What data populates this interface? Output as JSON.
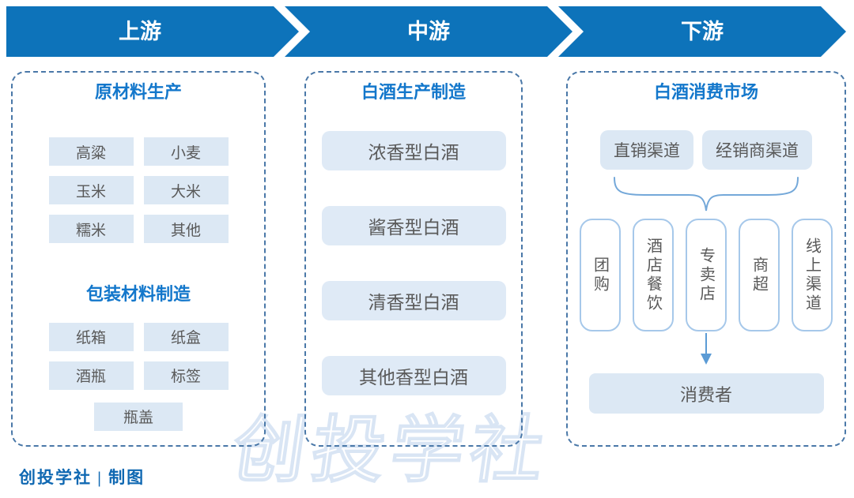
{
  "banner": {
    "stages": [
      "上游",
      "中游",
      "下游"
    ]
  },
  "upstream": {
    "raw_title": "原材料生产",
    "raw_chips": [
      "高粱",
      "小麦",
      "玉米",
      "大米",
      "糯米",
      "其他"
    ],
    "pack_title": "包装材料制造",
    "pack_chips": [
      "纸箱",
      "纸盒",
      "酒瓶",
      "标签",
      "瓶盖"
    ]
  },
  "midstream": {
    "title": "白酒生产制造",
    "boxes": [
      "浓香型白酒",
      "酱香型白酒",
      "清香型白酒",
      "其他香型白酒"
    ]
  },
  "downstream": {
    "title": "白酒消费市场",
    "channel_modes": [
      "直销渠道",
      "经销商渠道"
    ],
    "sub_channels": [
      "团购",
      "酒店餐饮",
      "专卖店",
      "商超",
      "线上渠道"
    ],
    "consumer": "消费者"
  },
  "watermark": "创投学社",
  "footer": {
    "text": "创投学社 | 制图"
  },
  "colors": {
    "banner_blue": "#0d73ba",
    "title_blue": "#1377cb",
    "chip_bg": "#dce8f4",
    "mid_box_bg": "#dfeaf6",
    "dashed_border": "#4a78a8",
    "pill_border": "#a6c8ea",
    "chip_text": "#595959",
    "connector_blue": "#5b9bd5",
    "footer_blue": "#0f68b2",
    "watermark_outline": "#d9e5f4"
  }
}
